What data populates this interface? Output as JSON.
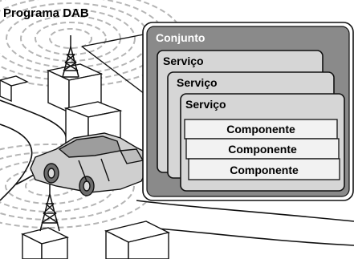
{
  "title": "Programa DAB",
  "ensemble": {
    "label": "Conjunto"
  },
  "services": [
    {
      "label": "Serviço"
    },
    {
      "label": "Serviço"
    },
    {
      "label": "Serviço"
    }
  ],
  "components": [
    {
      "label": "Componente"
    },
    {
      "label": "Componente"
    },
    {
      "label": "Componente"
    }
  ],
  "icons": [
    "transmitter-tower-icon",
    "car-icon",
    "building-icon"
  ],
  "colors": {
    "ensemble_fill": "#8a8a8a",
    "service_fill": "#d6d6d6",
    "component_fill": "#f2f2f2",
    "ensemble_label": "#ffffff",
    "line": "#111111"
  }
}
